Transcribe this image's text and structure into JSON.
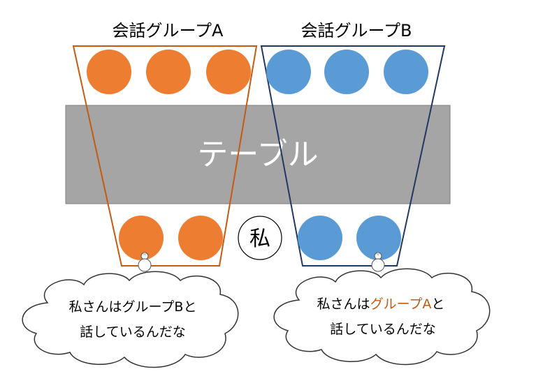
{
  "groups": [
    {
      "label": "会話グループA",
      "color": "#C55A11"
    },
    {
      "label": "会話グループB",
      "color": "#203864"
    }
  ],
  "table": {
    "label": "テーブル",
    "fill": "#A5A5A5",
    "text_color": "#ffffff"
  },
  "me": {
    "label": "私"
  },
  "seat_colors": {
    "orange": "#ED7D31",
    "blue": "#5B9BD5"
  },
  "bubbles": [
    {
      "line1": "私さんはグループBと",
      "line2": "話しているんだな",
      "highlight": ""
    },
    {
      "line1_pre": "私さんは",
      "line1_highlight": "グループA",
      "line1_post": "と",
      "line2": "話しているんだな",
      "highlight_color": "#C55A11"
    }
  ]
}
